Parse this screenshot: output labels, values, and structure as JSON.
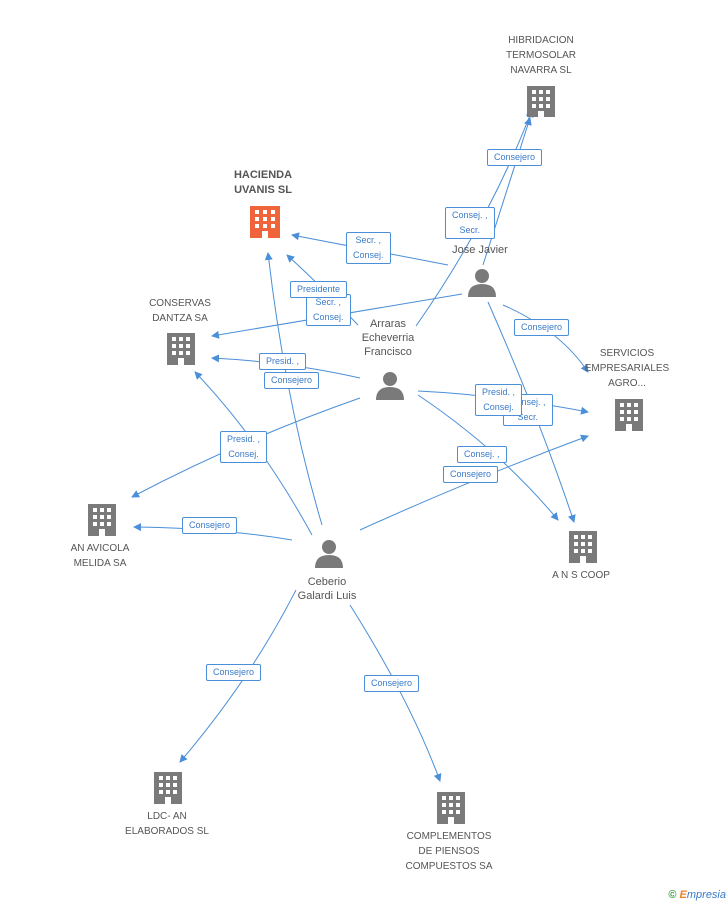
{
  "colors": {
    "edge": "#4a8fd8",
    "company": "#7a7a7a",
    "focus_company": "#f0643c",
    "person": "#7a7a7a"
  },
  "nodes": {
    "hibridacion": {
      "label1": "HIBRIDACION",
      "label2": "TERMOSOLAR",
      "label3": "NAVARRA SL"
    },
    "hacienda": {
      "label1": "HACIENDA",
      "label2": "UVANIS SL"
    },
    "conservas": {
      "label1": "CONSERVAS",
      "label2": "DANTZA SA"
    },
    "servicios": {
      "label1": "SERVICIOS",
      "label2": "EMPRESARIALES",
      "label3": "AGRO..."
    },
    "avicola": {
      "label1": "AN AVICOLA",
      "label2": "MELIDA SA"
    },
    "ans": {
      "label1": "A N S COOP"
    },
    "ldc": {
      "label1": "LDC- AN",
      "label2": "ELABORADOS SL"
    },
    "complementos": {
      "label1": "COMPLEMENTOS",
      "label2": "DE PIENSOS",
      "label3": "COMPUESTOS SA"
    },
    "jose": {
      "label1": "Jose Javier"
    },
    "arraras": {
      "label1": "Arraras",
      "label2": "Echeverria",
      "label3": "Francisco"
    },
    "ceberio": {
      "label1": "Ceberio",
      "label2": "Galardi Luis"
    }
  },
  "edge_labels": {
    "jose_hibridacion": "Consejero",
    "arraras_hibridacion_a": "Consej. ,",
    "arraras_hibridacion_b": "Secr.",
    "jose_hacienda_a": "Secr. ,",
    "jose_hacienda_b": "Consej.",
    "presidente": "Presidente",
    "arr_secr_a": "Secr. ,",
    "arr_secr_b": "Consej.",
    "jose_servicios": "Consejero",
    "arr_conservas_a": "Presid. ,",
    "arr_conservas_b": "Consejero",
    "arr_serv_a": "Presid. ,",
    "arr_serv_b": "Consej.",
    "arr_serv2_a": "Consej. ,",
    "arr_serv2_b": "Secr.",
    "ceb_avicola_a": "Presid. ,",
    "ceb_avicola_b": "Consej.",
    "ans_a": "Consej. ,",
    "ans_b": "Consejero",
    "ceb_avicola_c": "Consejero",
    "ceb_ldc": "Consejero",
    "ceb_compl": "Consejero"
  },
  "footer": {
    "copyright": "©",
    "brand_initial": "E",
    "brand_rest": "mpresia"
  }
}
